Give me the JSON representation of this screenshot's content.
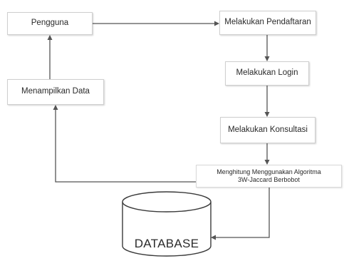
{
  "nodes": {
    "pengguna": "Pengguna",
    "daftar": "Melakukan Pendaftaran",
    "login": "Melakukan Login",
    "konsultasi": "Melakukan Konsultasi",
    "tampil": "Menampilkan Data",
    "hitung_line1": "Menghitung Menggunakan Algoritma",
    "hitung_line2": "3W-Jaccard Berbobot",
    "database": "DATABASE"
  },
  "colors": {
    "line": "#555555",
    "box_border": "#cfcfcf",
    "text": "#2a2a2a"
  }
}
